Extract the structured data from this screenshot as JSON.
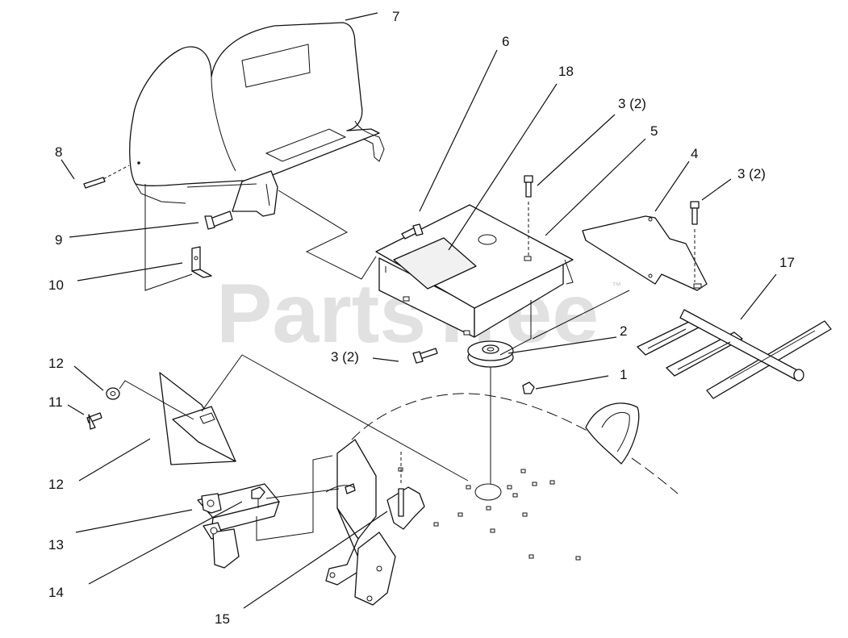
{
  "watermark": {
    "text": "PartsTree",
    "trademark": "™"
  },
  "callouts": [
    {
      "id": "7",
      "text": "7"
    },
    {
      "id": "6",
      "text": "6"
    },
    {
      "id": "18",
      "text": "18"
    },
    {
      "id": "3a",
      "text": "3 (2)"
    },
    {
      "id": "5",
      "text": "5"
    },
    {
      "id": "4",
      "text": "4"
    },
    {
      "id": "3b",
      "text": "3 (2)"
    },
    {
      "id": "17",
      "text": "17"
    },
    {
      "id": "8",
      "text": "8"
    },
    {
      "id": "9",
      "text": "9"
    },
    {
      "id": "10",
      "text": "10"
    },
    {
      "id": "2",
      "text": "2"
    },
    {
      "id": "3c",
      "text": "3 (2)"
    },
    {
      "id": "1",
      "text": "1"
    },
    {
      "id": "12a",
      "text": "12"
    },
    {
      "id": "11",
      "text": "11"
    },
    {
      "id": "12b",
      "text": "12"
    },
    {
      "id": "13",
      "text": "13"
    },
    {
      "id": "14",
      "text": "14"
    },
    {
      "id": "15",
      "text": "15"
    }
  ]
}
